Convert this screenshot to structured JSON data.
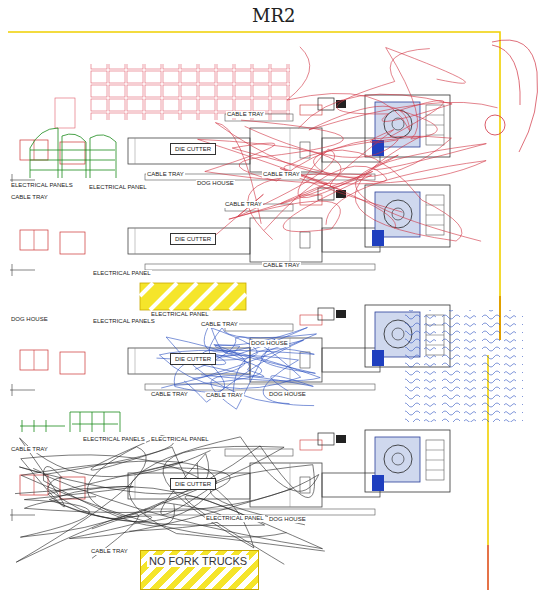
{
  "diagram": {
    "title": "MR2",
    "nodes": [
      {
        "text": [
          "DIE CUTTER"
        ]
      },
      {
        "text": [
          "DIE CUTTER"
        ]
      },
      {
        "text": [
          "DIE CUTTER"
        ]
      },
      {
        "text": [
          "DIE CUTTER"
        ]
      },
      {
        "text": [
          "NO FORK TRUCKS"
        ]
      }
    ],
    "labels": [
      "ELECTRICAL PANELS",
      "ELECTRICAL PANEL",
      "CABLE TRAY",
      "CABLE TRAY",
      "DOG HOUSE",
      "CABLE TRAY",
      "ELECTRICAL PANEL",
      "CABLE TRAY",
      "CABLE TRAY",
      "DOG HOUSE",
      "ELECTRICAL PANELS",
      "ELECTRICAL PANEL",
      "CABLE TRAY",
      "DOG HOUSE",
      "CABLE TRAY",
      "CABLE TRAY",
      "DOG HOUSE",
      "CABLE TRAY",
      "ELECTRICAL PANELS",
      "ELECTRICAL PANEL",
      "CABLE TRAY",
      "ELECTRICAL PANEL",
      "DOG HOUSE",
      "CABLE TRAY"
    ]
  }
}
